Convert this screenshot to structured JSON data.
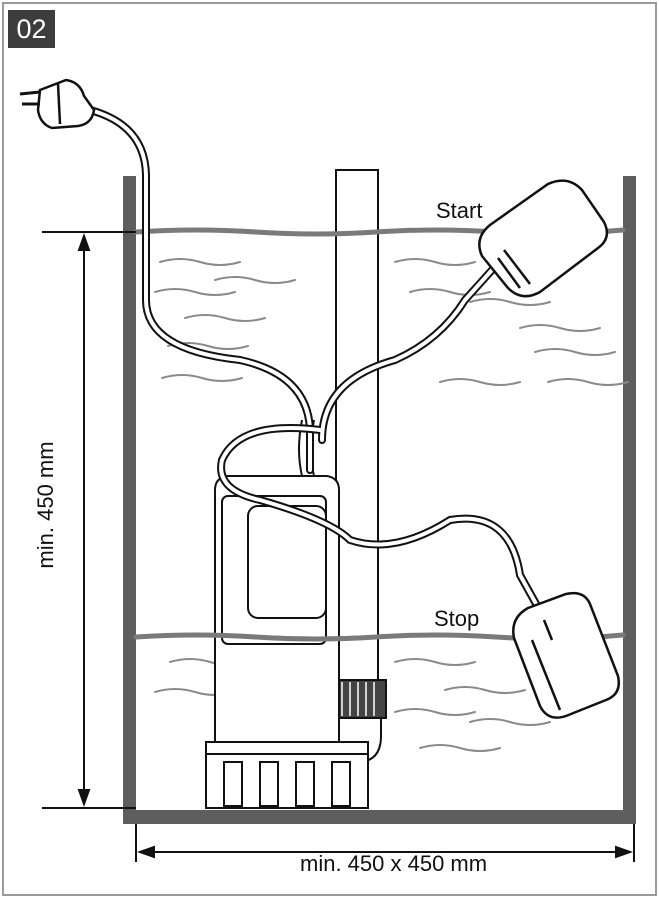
{
  "figure_number": "02",
  "labels": {
    "start": "Start",
    "stop": "Stop",
    "min_height": "min. 450 mm",
    "min_area": "min. 450 x 450 mm"
  },
  "colors": {
    "outline": "#111111",
    "tank_wall": "#5e5e5e",
    "water_line": "#7a7a7a",
    "badge": "#3d3d3d"
  }
}
